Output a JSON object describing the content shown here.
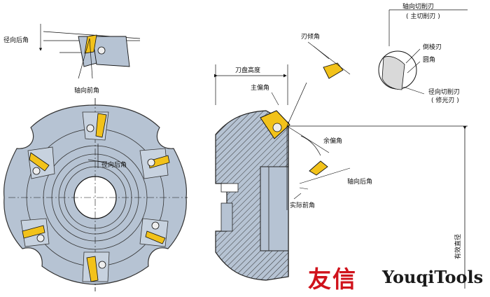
{
  "labels": {
    "radial_rake_top": "径向后角",
    "axial_rake_top": "轴向前角",
    "radial_rake_front": "径向后角",
    "cutter_height": "刀盘高度",
    "main_lead_angle": "主偏角",
    "inclination_angle": "刃倾角",
    "aux_lead_angle": "余偏角",
    "axial_clearance": "轴向后角",
    "effective_rake": "实际前角",
    "axial_cutting_edge": "轴向切削刃",
    "main_cutting_edge": "( 主切削刃 )",
    "chamfer_edge": "倒棱刃",
    "corner_radius": "圆角",
    "radial_cutting_edge": "径向切削刃",
    "wiper_edge": "( 修光刃 )",
    "effective_diameter": "有效直径"
  },
  "brand": {
    "cn": "友信",
    "en": "YouqiTools"
  },
  "colors": {
    "body_fill": "#b6c3d3",
    "body_stroke": "#333333",
    "insert_yellow": "#f2c21a",
    "brand_red": "#d0121b"
  }
}
